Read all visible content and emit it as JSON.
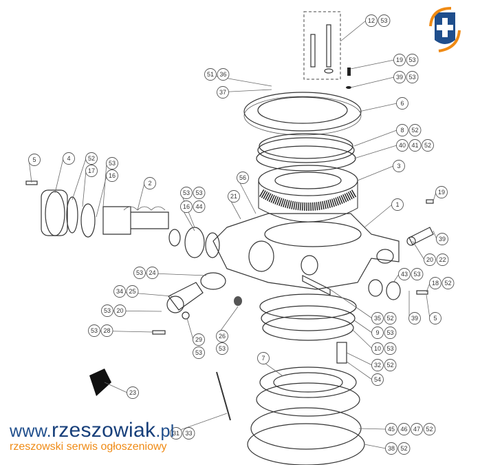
{
  "brand": {
    "prefix": "www.",
    "name": "rzeszowiak",
    ".suffix": ".pl",
    "suffix": ".pl",
    "tagline": "rzeszowski serwis ogłoszeniowy"
  },
  "colors": {
    "brand_blue": "#1f4e8c",
    "brand_orange": "#ef8a14",
    "line": "#333333"
  },
  "callouts": [
    [
      "12",
      "53"
    ],
    [
      "19",
      "53"
    ],
    [
      "39",
      "53"
    ],
    [
      "51",
      "36"
    ],
    [
      "37"
    ],
    [
      "6"
    ],
    [
      "8",
      "52"
    ],
    [
      "40",
      "41",
      "52"
    ],
    [
      "3"
    ],
    [
      "5"
    ],
    [
      "4"
    ],
    [
      "52"
    ],
    [
      "17"
    ],
    [
      "53"
    ],
    [
      "16"
    ],
    [
      "2"
    ],
    [
      "56"
    ],
    [
      "21"
    ],
    [
      "53",
      "53"
    ],
    [
      "16",
      "44"
    ],
    [
      "1"
    ],
    [
      "19"
    ],
    [
      "39"
    ],
    [
      "20",
      "22"
    ],
    [
      "53",
      "24"
    ],
    [
      "43",
      "53"
    ],
    [
      "18",
      "52"
    ],
    [
      "34",
      "25"
    ],
    [
      "53",
      "20"
    ],
    [
      "35",
      "52"
    ],
    [
      "39"
    ],
    [
      "5"
    ],
    [
      "9",
      "53"
    ],
    [
      "53",
      "28"
    ],
    [
      "26"
    ],
    [
      "29"
    ],
    [
      "10",
      "53"
    ],
    [
      "53"
    ],
    [
      "53"
    ],
    [
      "32",
      "52"
    ],
    [
      "7"
    ],
    [
      "54"
    ],
    [
      "23"
    ],
    [
      "31",
      "33"
    ],
    [
      "45",
      "46",
      "47",
      "52"
    ],
    [
      "38",
      "52"
    ]
  ]
}
